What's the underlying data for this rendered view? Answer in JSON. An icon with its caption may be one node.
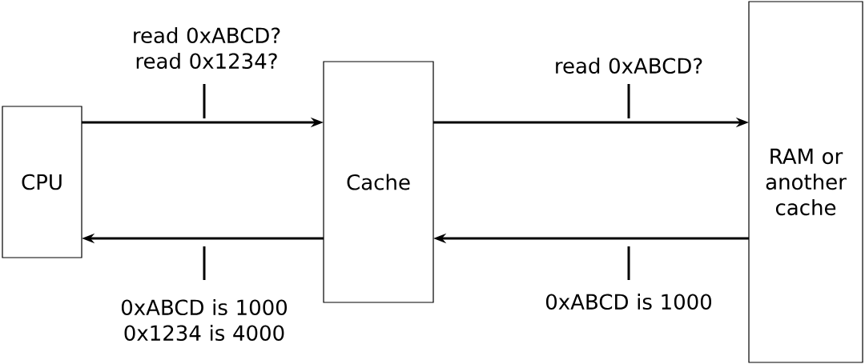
{
  "diagram": {
    "nodes": [
      {
        "text": [
          "CPU"
        ]
      },
      {
        "text": [
          "Cache"
        ]
      },
      {
        "text": [
          "RAM or another cache"
        ]
      }
    ],
    "edges": [
      {
        "from": 0,
        "to": 1,
        "arrow": "to",
        "label": "read 0xABCD? read 0x1234?"
      },
      {
        "from": 1,
        "to": 2,
        "arrow": "to",
        "label": "read 0xABCD?"
      },
      {
        "from": 2,
        "to": 1,
        "arrow": "to",
        "label": "0xABCD is 1000"
      },
      {
        "from": 1,
        "to": 0,
        "arrow": "to",
        "label": "0xABCD is 1000 0x1234 is 4000"
      }
    ]
  }
}
